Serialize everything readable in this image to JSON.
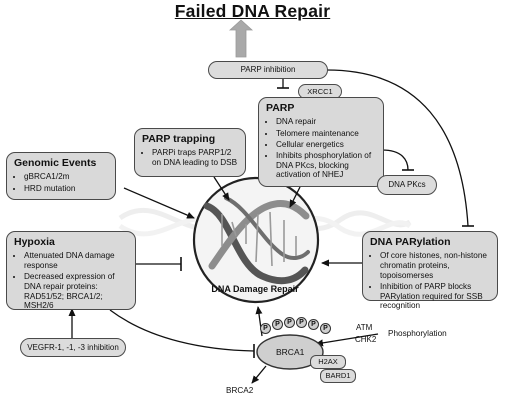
{
  "title": "Failed DNA Repair",
  "center_label": "DNA Damage Repair",
  "parp_inhibition": "PARP inhibition",
  "xrcc1": "XRCC1",
  "parp": {
    "title": "PARP",
    "items": [
      "DNA repair",
      "Telomere maintenance",
      "Cellular energetics",
      "Inhibits phosphorylation of DNA PKcs, blocking activation of NHEJ"
    ]
  },
  "parp_trapping": {
    "title": "PARP trapping",
    "items": [
      "PARPi traps PARP1/2 on DNA leading to DSB"
    ]
  },
  "genomic_events": {
    "title": "Genomic Events",
    "items": [
      "gBRCA1/2m",
      "HRD mutation"
    ]
  },
  "dna_pkcs": "DNA PKcs",
  "hypoxia": {
    "title": "Hypoxia",
    "items": [
      "Attenuated DNA damage response",
      "Decreased expression of DNA repair proteins: RAD51/52; BRCA1/2; MSH2/6"
    ]
  },
  "vegfr": "VEGFR-1, -1, -3 inhibition",
  "dna_parylation": {
    "title": "DNA PARylation",
    "items": [
      "Of core histones, non-histone chromatin proteins, topoisomerses",
      "Inhibition of PARP blocks PARylation required for SSB recognition"
    ]
  },
  "brca1": "BRCA1",
  "p_label": "P",
  "atm": "ATM",
  "chk2": "CHK2",
  "phosphorylation": "Phosphorylation",
  "h2ax": "H2AX",
  "bard1": "BARD1",
  "brca2": "BRCA2",
  "colors": {
    "box_fill": "#d9d9d9",
    "box_stroke": "#4a4a4a",
    "up_arrow": "#a9a9a9",
    "line": "#111111"
  }
}
